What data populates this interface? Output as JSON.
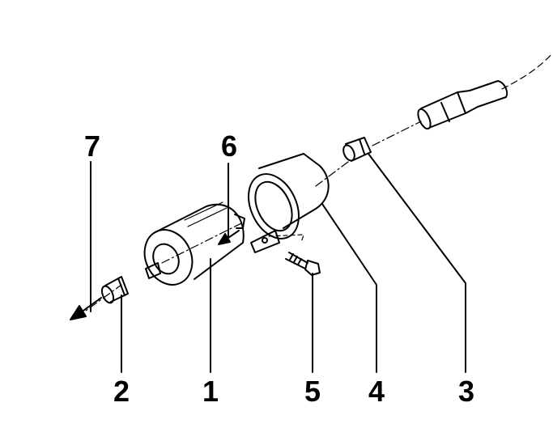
{
  "diagram": {
    "callouts": [
      {
        "id": "7",
        "label": "7"
      },
      {
        "id": "6",
        "label": "6"
      },
      {
        "id": "2",
        "label": "2"
      },
      {
        "id": "1",
        "label": "1"
      },
      {
        "id": "5",
        "label": "5"
      },
      {
        "id": "4",
        "label": "4"
      },
      {
        "id": "3",
        "label": "3"
      }
    ],
    "colors": {
      "line": "#000000",
      "background": "#ffffff"
    },
    "parts": [
      "fuel-filter",
      "hose-clamp-outlet",
      "hose-clamp-inlet",
      "filter-bracket",
      "bolt",
      "flow-direction-arrow",
      "fuel-line-arrow",
      "fuel-hose"
    ]
  }
}
